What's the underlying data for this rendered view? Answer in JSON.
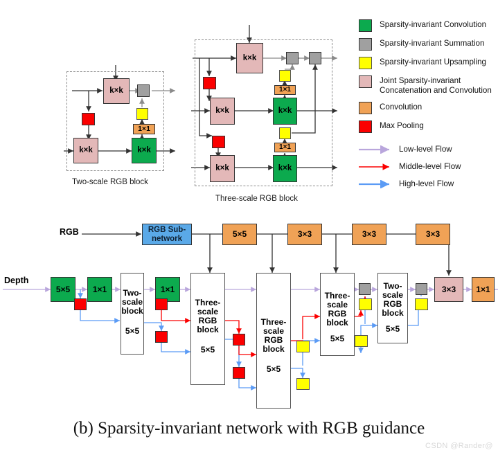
{
  "caption": "(b) Sparsity-invariant network with RGB guidance",
  "watermark": "CSDN @Rander@",
  "colors": {
    "sparsity_conv": "#0caa4e",
    "sparsity_sum": "#a0a0a0",
    "sparsity_upsample": "#ffff00",
    "joint_concat_conv": "#e3b8b8",
    "convolution": "#f0a256",
    "max_pooling": "#fb0000",
    "rgb_subnetwork": "#5aa9e8",
    "low_level_flow": "#b9a6dc",
    "middle_level_flow": "#fb0000",
    "high_level_flow": "#5b9bf5",
    "plain_flow": "#333333"
  },
  "legend": {
    "swatches": [
      {
        "name": "sparsity-invariant-convolution",
        "label": "Sparsity-invariant Convolution",
        "color": "#0caa4e"
      },
      {
        "name": "sparsity-invariant-summation",
        "label": "Sparsity-invariant Summation",
        "color": "#a0a0a0"
      },
      {
        "name": "sparsity-invariant-upsampling",
        "label": "Sparsity-invariant Upsampling",
        "color": "#ffff00"
      },
      {
        "name": "joint-sparsity-invariant-concat-conv",
        "label": "Joint Sparsity-invariant\nConcatenation and Convolution",
        "color": "#e3b8b8"
      },
      {
        "name": "convolution",
        "label": "Convolution",
        "color": "#f0a256"
      },
      {
        "name": "max-pooling",
        "label": "Max Pooling",
        "color": "#fb0000"
      }
    ],
    "flows": [
      {
        "name": "low-level-flow",
        "label": "Low-level Flow",
        "color": "#b9a6dc"
      },
      {
        "name": "middle-level-flow",
        "label": "Middle-level Flow",
        "color": "#fb0000"
      },
      {
        "name": "high-level-flow",
        "label": "High-level Flow",
        "color": "#5b9bf5"
      }
    ]
  },
  "two_scale_block": {
    "title": "Two-scale RGB block",
    "nodes": {
      "top_kxk": "k×k",
      "top_sum": "",
      "pool": "",
      "bottom_kxk_pink": "k×k",
      "bottom_kxk_green": "k×k",
      "upsample": "",
      "conv1x1": "1×1"
    }
  },
  "three_scale_block": {
    "title": "Three-scale RGB block",
    "nodes": {
      "top_kxk": "k×k",
      "sum_a": "",
      "sum_b": "",
      "pool_1": "",
      "pool_2": "",
      "mid_kxk_pink": "k×k",
      "mid_kxk_green": "k×k",
      "mid_upsample": "",
      "mid_conv1x1": "1×1",
      "bot_kxk_pink": "k×k",
      "bot_kxk_green": "k×k",
      "bot_upsample": "",
      "bot_conv1x1": "1×1"
    }
  },
  "network": {
    "inputs": {
      "rgb": "RGB",
      "depth": "Depth"
    },
    "rgb_path": [
      {
        "name": "rgb-subnetwork",
        "label": "RGB Sub-\nnetwork",
        "type": "rgb_subnetwork"
      },
      {
        "name": "rgb-conv-5x5",
        "label": "5×5",
        "type": "convolution"
      },
      {
        "name": "rgb-conv-3x3-1",
        "label": "3×3",
        "type": "convolution"
      },
      {
        "name": "rgb-conv-3x3-2",
        "label": "3×3",
        "type": "convolution"
      },
      {
        "name": "rgb-conv-3x3-3",
        "label": "3×3",
        "type": "convolution"
      }
    ],
    "depth_path": [
      {
        "name": "depth-conv-5x5",
        "label": "5×5",
        "type": "sparsity_conv"
      },
      {
        "name": "depth-conv-1x1-a",
        "label": "1×1",
        "type": "sparsity_conv"
      },
      {
        "name": "two-scale-block-1",
        "label": "Two-\nscale\nblock",
        "sublabel": "5×5",
        "type": "white"
      },
      {
        "name": "depth-conv-1x1-b",
        "label": "1×1",
        "type": "sparsity_conv"
      },
      {
        "name": "three-scale-rgb-block-1",
        "label": "Three-\nscale\nRGB\nblock",
        "sublabel": "5×5",
        "type": "white"
      },
      {
        "name": "three-scale-rgb-block-2",
        "label": "Three-\nscale\nRGB\nblock",
        "sublabel": "5×5",
        "type": "white"
      },
      {
        "name": "three-scale-rgb-block-3",
        "label": "Three-\nscale\nRGB\nblock",
        "sublabel": "5×5",
        "type": "white"
      },
      {
        "name": "two-scale-rgb-block-final",
        "label": "Two-\nscale\nRGB\nblock",
        "sublabel": "5×5",
        "type": "white"
      },
      {
        "name": "joint-concat-conv-3x3",
        "label": "3×3",
        "type": "joint_concat_conv"
      },
      {
        "name": "output-conv-1x1",
        "label": "1×1",
        "type": "convolution"
      }
    ],
    "pool_nodes": 6,
    "upsample_nodes": 6,
    "sum_nodes": 2
  }
}
